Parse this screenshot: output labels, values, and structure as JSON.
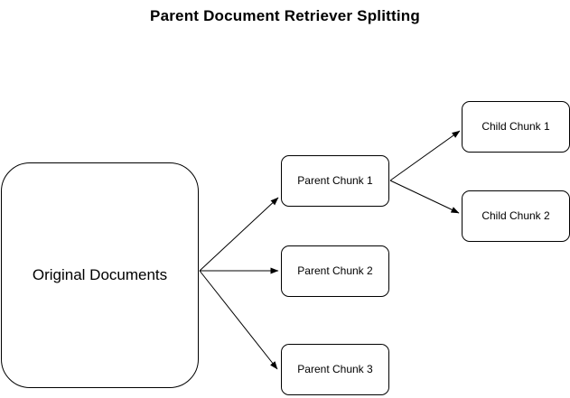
{
  "title": "Parent Document Retriever Splitting",
  "colors": {
    "background": "#ffffff",
    "node_fill": "#ffffff",
    "node_border": "#000000",
    "edge_stroke": "#000000",
    "text": "#000000"
  },
  "nodes": {
    "original": {
      "label": "Original Documents"
    },
    "parent1": {
      "label": "Parent Chunk 1"
    },
    "parent2": {
      "label": "Parent Chunk 2"
    },
    "parent3": {
      "label": "Parent Chunk 3"
    },
    "child1": {
      "label": "Child Chunk 1"
    },
    "child2": {
      "label": "Child Chunk 2"
    }
  },
  "edges": [
    {
      "from": "original",
      "to": "parent1",
      "arrow": "end"
    },
    {
      "from": "original",
      "to": "parent2",
      "arrow": "end"
    },
    {
      "from": "original",
      "to": "parent3",
      "arrow": "end"
    },
    {
      "from": "parent1",
      "to": "child1",
      "arrow": "end"
    },
    {
      "from": "parent1",
      "to": "child2",
      "arrow": "end"
    }
  ]
}
